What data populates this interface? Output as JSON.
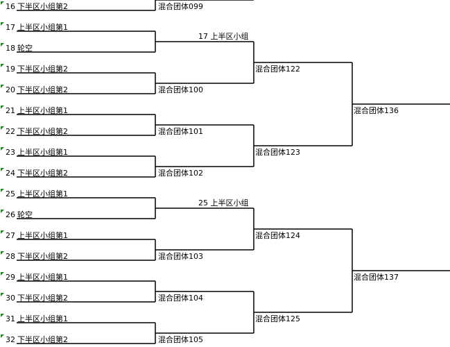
{
  "entries": [
    {
      "seed": "16",
      "name": "下半区小组第2"
    },
    {
      "seed": "17",
      "name": "上半区小组第1"
    },
    {
      "seed": "18",
      "name": "轮空"
    },
    {
      "seed": "19",
      "name": "下半区小组第2"
    },
    {
      "seed": "20",
      "name": "下半区小组第2"
    },
    {
      "seed": "21",
      "name": "上半区小组第1"
    },
    {
      "seed": "22",
      "name": "下半区小组第2"
    },
    {
      "seed": "23",
      "name": "上半区小组第1"
    },
    {
      "seed": "24",
      "name": "下半区小组第2"
    },
    {
      "seed": "25",
      "name": "上半区小组第1"
    },
    {
      "seed": "26",
      "name": "轮空"
    },
    {
      "seed": "27",
      "name": "上半区小组第1"
    },
    {
      "seed": "28",
      "name": "下半区小组第2"
    },
    {
      "seed": "29",
      "name": "上半区小组第1"
    },
    {
      "seed": "30",
      "name": "下半区小组第2"
    },
    {
      "seed": "31",
      "name": "上半区小组第1"
    },
    {
      "seed": "32",
      "name": "下半区小组第2"
    }
  ],
  "round1": [
    "混合团体099",
    "17 上半区小组",
    "混合团体100",
    "混合团体101",
    "混合团体102",
    "25 上半区小组",
    "混合团体103",
    "混合团体104",
    "混合团体105"
  ],
  "round2": [
    "混合团体122",
    "混合团体123",
    "混合团体124",
    "混合团体125"
  ],
  "round3": [
    "混合团体136",
    "混合团体137"
  ]
}
